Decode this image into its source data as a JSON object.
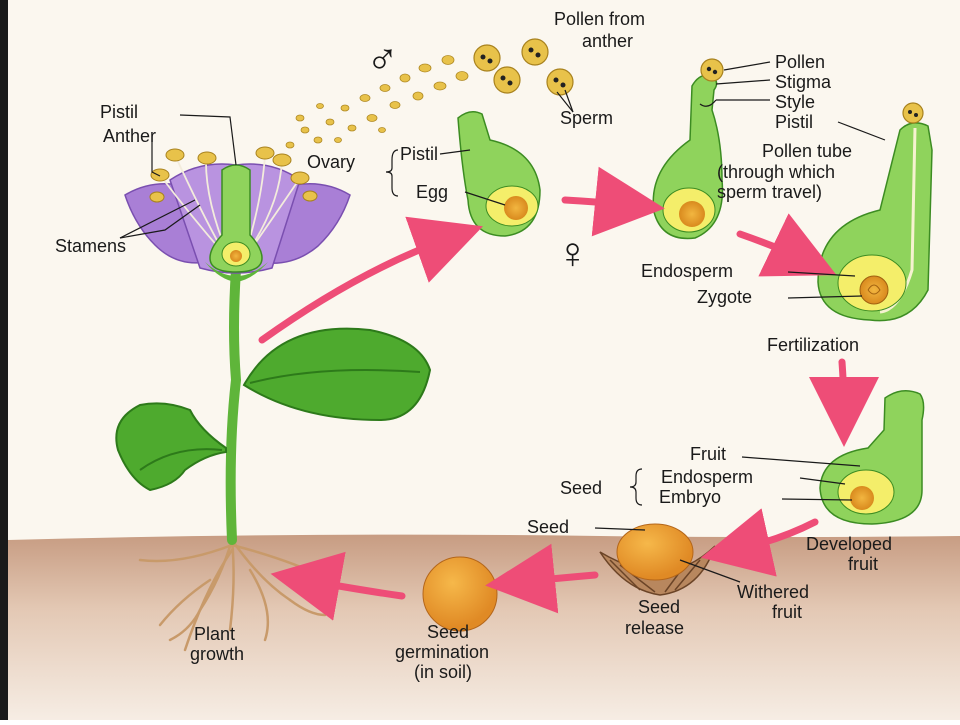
{
  "labels": {
    "pollen_from_anther_1": "Pollen from",
    "pollen_from_anther_2": "anther",
    "sperm": "Sperm",
    "pistil_flower": "Pistil",
    "anther": "Anther",
    "stamens": "Stamens",
    "ovary": "Ovary",
    "pistil_ovary": "Pistil",
    "egg": "Egg",
    "pollen": "Pollen",
    "stigma": "Stigma",
    "style": "Style",
    "pistil_right": "Pistil",
    "pollen_tube_1": "Pollen tube",
    "pollen_tube_2": "(through which",
    "pollen_tube_3": "sperm travel)",
    "endosperm": "Endosperm",
    "zygote": "Zygote",
    "fertilization": "Fertilization",
    "fruit": "Fruit",
    "seed_group": "Seed",
    "endosperm_fruit": "Endosperm",
    "embryo": "Embryo",
    "developed_fruit_1": "Developed",
    "developed_fruit_2": "fruit",
    "seed": "Seed",
    "withered_fruit_1": "Withered",
    "withered_fruit_2": "fruit",
    "seed_release_1": "Seed",
    "seed_release_2": "release",
    "seed_germination_1": "Seed",
    "seed_germination_2": "germination",
    "seed_germination_3": "(in soil)",
    "plant_growth_1": "Plant",
    "plant_growth_2": "growth"
  },
  "symbols": {
    "male": "♂",
    "female": "♀"
  },
  "colors": {
    "background": "#fbf7ef",
    "soil": "#caa58d",
    "stem_green": "#6fc245",
    "light_green": "#9fdc6a",
    "petal_purple": "#a97fd6",
    "pollen_yellow": "#e8c24a",
    "egg_orange": "#e99a2c",
    "arrow_pink": "#ee4d77",
    "root_brown": "#c89a6a"
  }
}
